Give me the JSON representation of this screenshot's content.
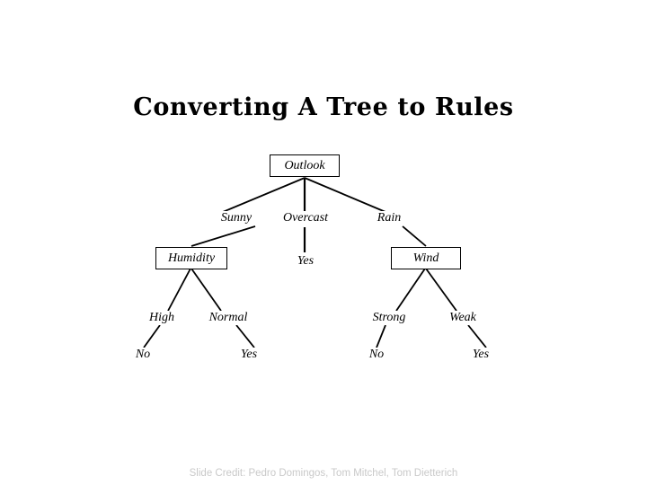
{
  "slide": {
    "title": "Converting A Tree to Rules",
    "background_color": "#ffffff",
    "text_color": "#000000"
  },
  "footer": {
    "credit": "Slide Credit: Pedro Domingos, Tom Mitchel, Tom Dietterich",
    "color": "#c9c9c9"
  },
  "tree": {
    "root": {
      "label": "Outlook",
      "boxed": true
    },
    "level1_edges": [
      {
        "label": "Sunny"
      },
      {
        "label": "Overcast"
      },
      {
        "label": "Rain"
      }
    ],
    "level1_nodes": [
      {
        "label": "Humidity",
        "boxed": true
      },
      {
        "label": "Yes",
        "boxed": false
      },
      {
        "label": "Wind",
        "boxed": true
      }
    ],
    "humidity_edges": [
      {
        "label": "High"
      },
      {
        "label": "Normal"
      }
    ],
    "humidity_leaves": [
      {
        "label": "No"
      },
      {
        "label": "Yes"
      }
    ],
    "wind_edges": [
      {
        "label": "Strong"
      },
      {
        "label": "Weak"
      }
    ],
    "wind_leaves": [
      {
        "label": "No"
      },
      {
        "label": "Yes"
      }
    ]
  }
}
